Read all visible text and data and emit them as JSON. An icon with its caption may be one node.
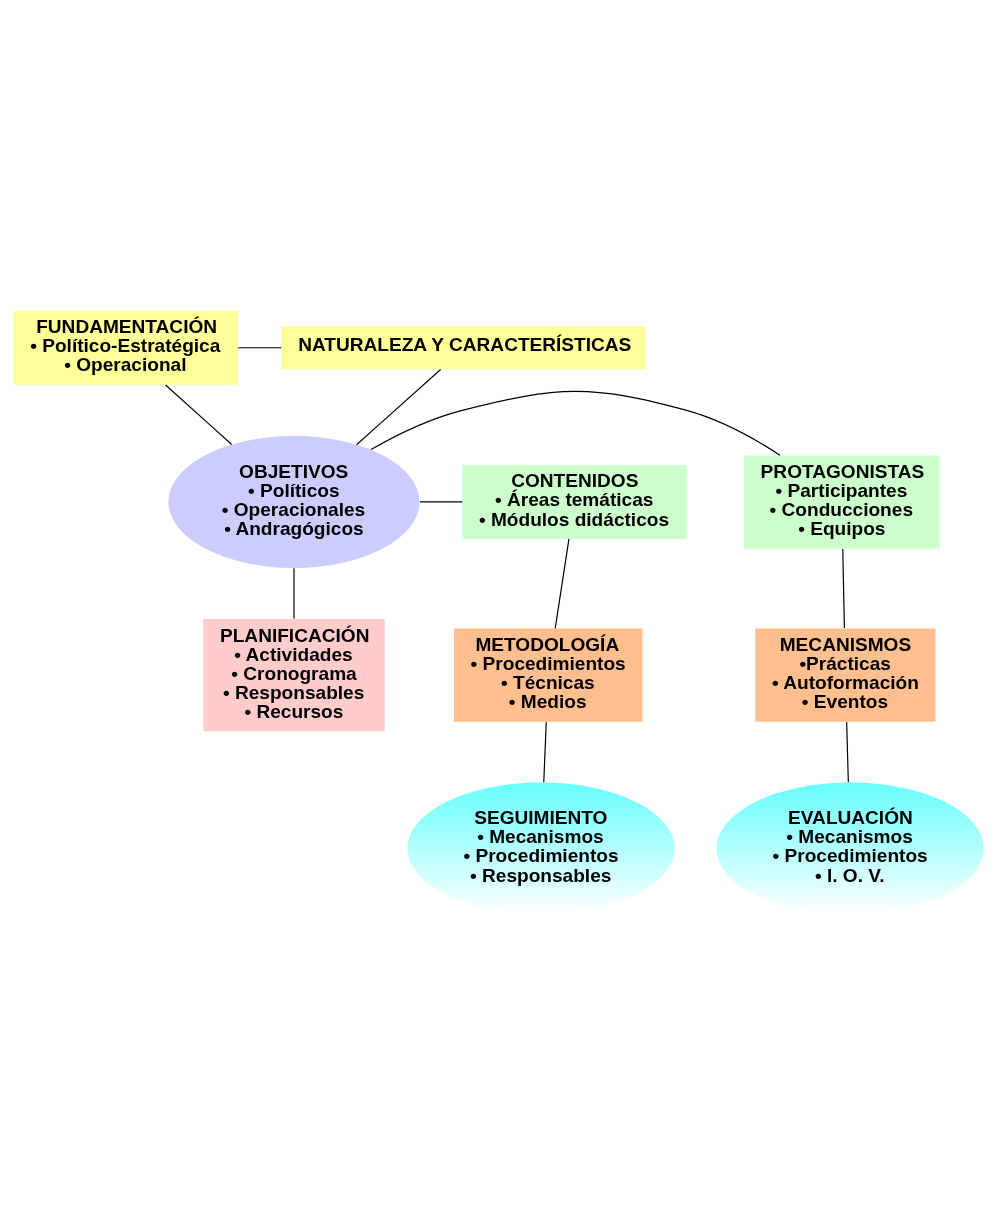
{
  "diagram": {
    "nodes": [
      {
        "text": [
          "FUNDAMENTACIÓN",
          "• Político-Estratégica",
          "• Operacional"
        ]
      },
      {
        "text": [
          "NATURALEZA Y CARACTERÍSTICAS"
        ]
      },
      {
        "text": [
          "PROTAGONISTAS",
          "• Participantes",
          "• Conducciones",
          "• Equipos"
        ]
      },
      {
        "text": [
          "CONTENIDOS",
          "• Áreas temáticas",
          "• Módulos didácticos"
        ]
      },
      {
        "text": [
          "OBJETIVOS",
          "• Políticos",
          "• Operacionales",
          "• Andragógicos"
        ]
      },
      {
        "text": [
          "MECANISMOS",
          "•Prácticas",
          "• Autoformación",
          "• Eventos"
        ]
      },
      {
        "text": [
          "METODOLOGÍA",
          "• Procedimientos",
          "• Técnicas",
          "• Medios"
        ]
      },
      {
        "text": [
          "EVALUACIÓN",
          "• Mecanismos",
          "• Procedimientos",
          "• I. O. V."
        ]
      },
      {
        "text": [
          "SEGUIMIENTO",
          "• Mecanismos",
          "• Procedimientos",
          "• Responsables"
        ]
      },
      {
        "text": [
          "PLANIFICACIÓN",
          "• Actividades",
          "• Cronograma",
          "• Responsables",
          "• Recursos"
        ]
      }
    ],
    "edges": [
      {
        "from": 0,
        "to": 1,
        "arrow": "none"
      },
      {
        "from": 0,
        "to": 4,
        "arrow": "none"
      },
      {
        "from": 1,
        "to": 4,
        "arrow": "none"
      },
      {
        "from": 4,
        "to": 2,
        "arrow": "none"
      },
      {
        "from": 4,
        "to": 3,
        "arrow": "none"
      },
      {
        "from": 2,
        "to": 5,
        "arrow": "none"
      },
      {
        "from": 3,
        "to": 6,
        "arrow": "none"
      },
      {
        "from": 5,
        "to": 7,
        "arrow": "none"
      },
      {
        "from": 6,
        "to": 8,
        "arrow": "none"
      },
      {
        "from": 4,
        "to": 9,
        "arrow": "none"
      }
    ]
  }
}
